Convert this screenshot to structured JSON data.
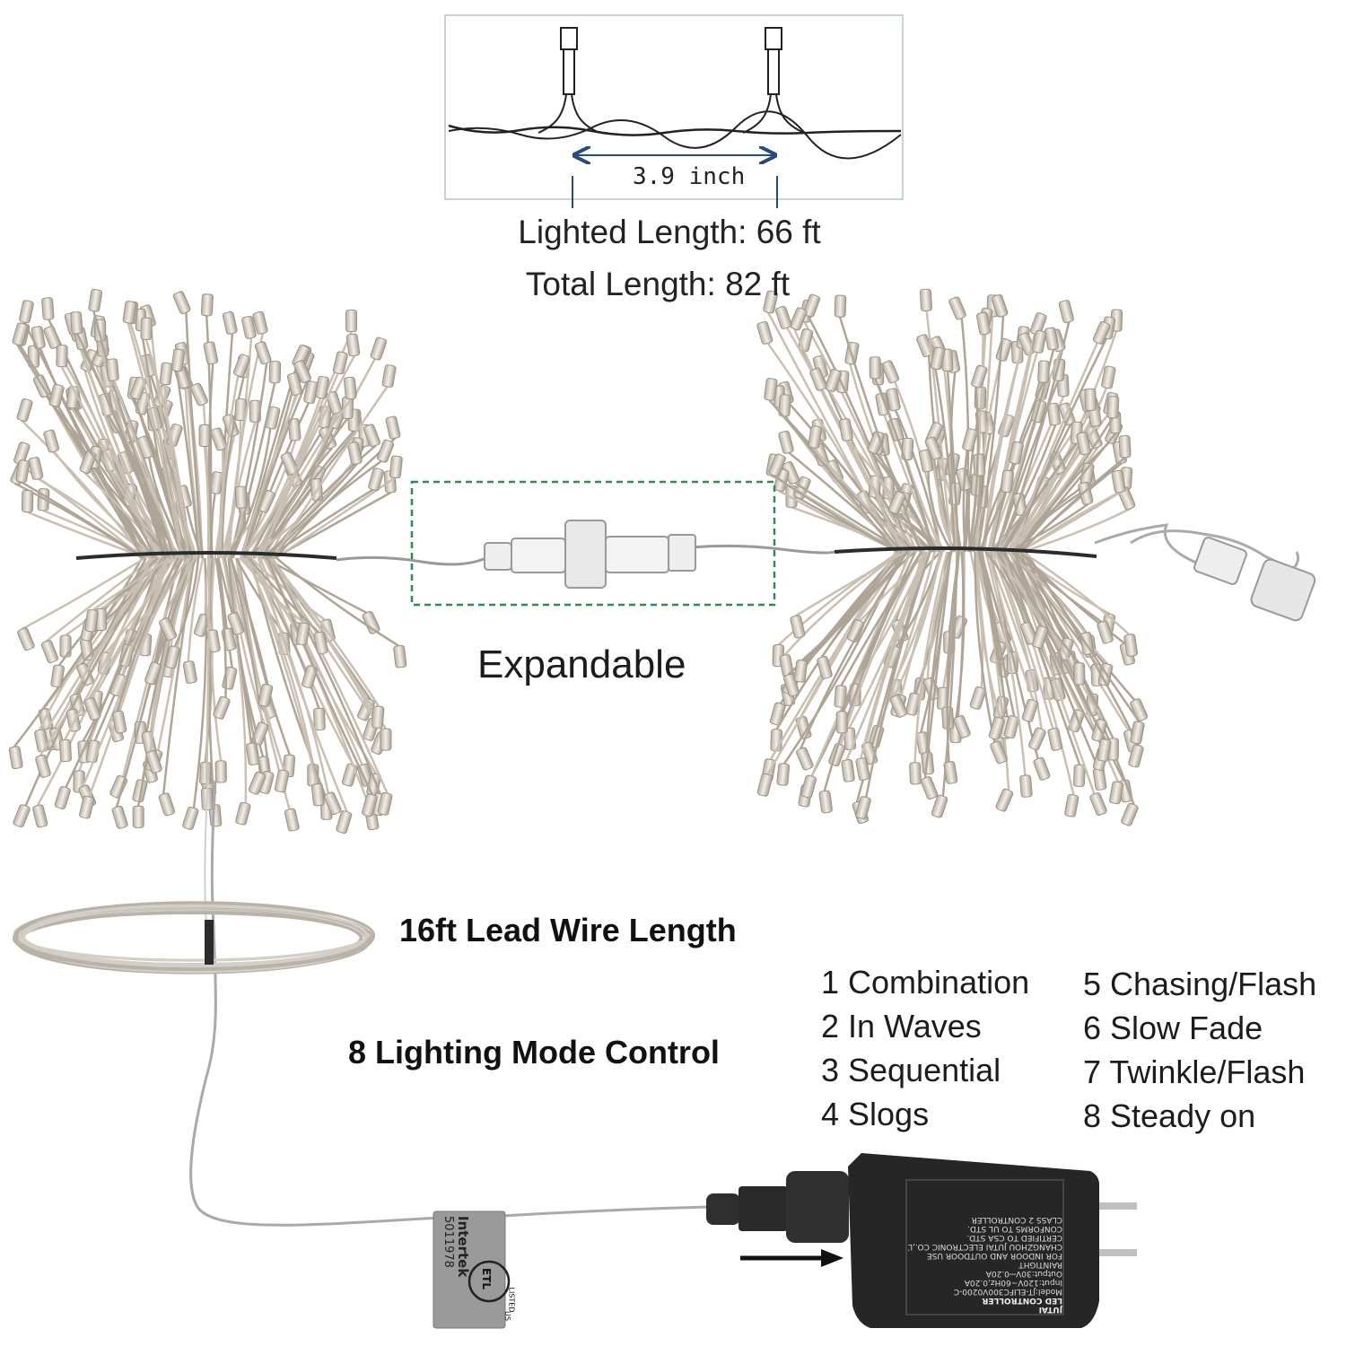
{
  "diagram": {
    "bulb_spacing": "3.9 inch",
    "lighted_length": "Lighted Length: 66 ft",
    "total_length": "Total Length: 82 ft"
  },
  "expandable_label": "Expandable",
  "lead_wire_label": "16ft Lead Wire Length",
  "mode_control_label": "8 Lighting Mode Control",
  "modes_left": [
    "1 Combination",
    "2 In Waves",
    "3 Sequential",
    "4 Slogs"
  ],
  "modes_right": [
    "5 Chasing/Flash",
    "6 Slow Fade",
    "7 Twinkle/Flash",
    "8 Steady on"
  ],
  "tag": {
    "brand": "Intertek",
    "number": "5011978",
    "mark": "ETL",
    "listed": "LISTED",
    "region": "US"
  },
  "adapter": {
    "brand": "JUTAI",
    "product": "LED CONTROLLER",
    "model": "Model:JT-ELIFC300V0200-C",
    "input": "Input:120V~60Hz,0.20A",
    "output": "Output:30V⎓0.20A",
    "rating": "RAINTIGHT",
    "use": "FOR INDOOR AND OUTDOOR USE",
    "maker": "CHANGZHOU JUTAI ELECTRONIC CO.,LTD",
    "certified": "CERTIFIED TO CSA STD.",
    "conforms": "CONFORMS TO UL STD.",
    "class": "CLASS 2 CONTROLLER"
  },
  "colors": {
    "wire": "#333333",
    "bulb_cluster": "#d9d2c6",
    "dashed_box": "#2e8b57",
    "dimension_arrow": "#2a4a7a",
    "adapter": "#262626"
  }
}
